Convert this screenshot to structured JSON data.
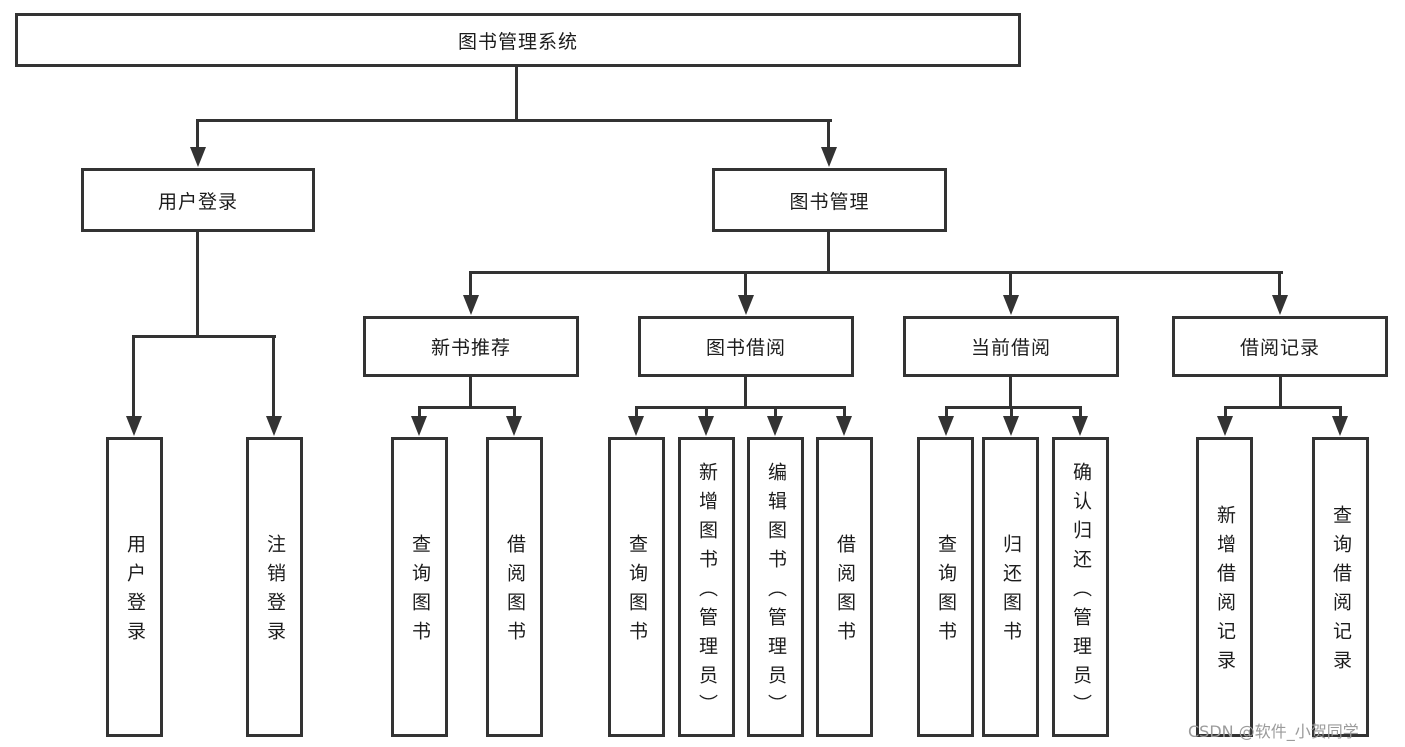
{
  "diagram": {
    "root": "图书管理系统",
    "branches": [
      {
        "label": "用户登录",
        "children": [
          "用户登录",
          "注销登录"
        ]
      },
      {
        "label": "图书管理",
        "sections": [
          {
            "label": "新书推荐",
            "children": [
              "查询图书",
              "借阅图书"
            ]
          },
          {
            "label": "图书借阅",
            "children": [
              "查询图书",
              "新增图书（管理员）",
              "编辑图书（管理员）",
              "借阅图书"
            ]
          },
          {
            "label": "当前借阅",
            "children": [
              "查询图书",
              "归还图书",
              "确认归还（管理员）"
            ]
          },
          {
            "label": "借阅记录",
            "children": [
              "新增借阅记录",
              "查询借阅记录"
            ]
          }
        ]
      }
    ]
  },
  "watermark": "CSDN @软件_小贺同学",
  "colors": {
    "line": "#333333",
    "box_background": "#ffffff",
    "text": "#1c1c1c",
    "watermark": "#9b9b9b"
  }
}
